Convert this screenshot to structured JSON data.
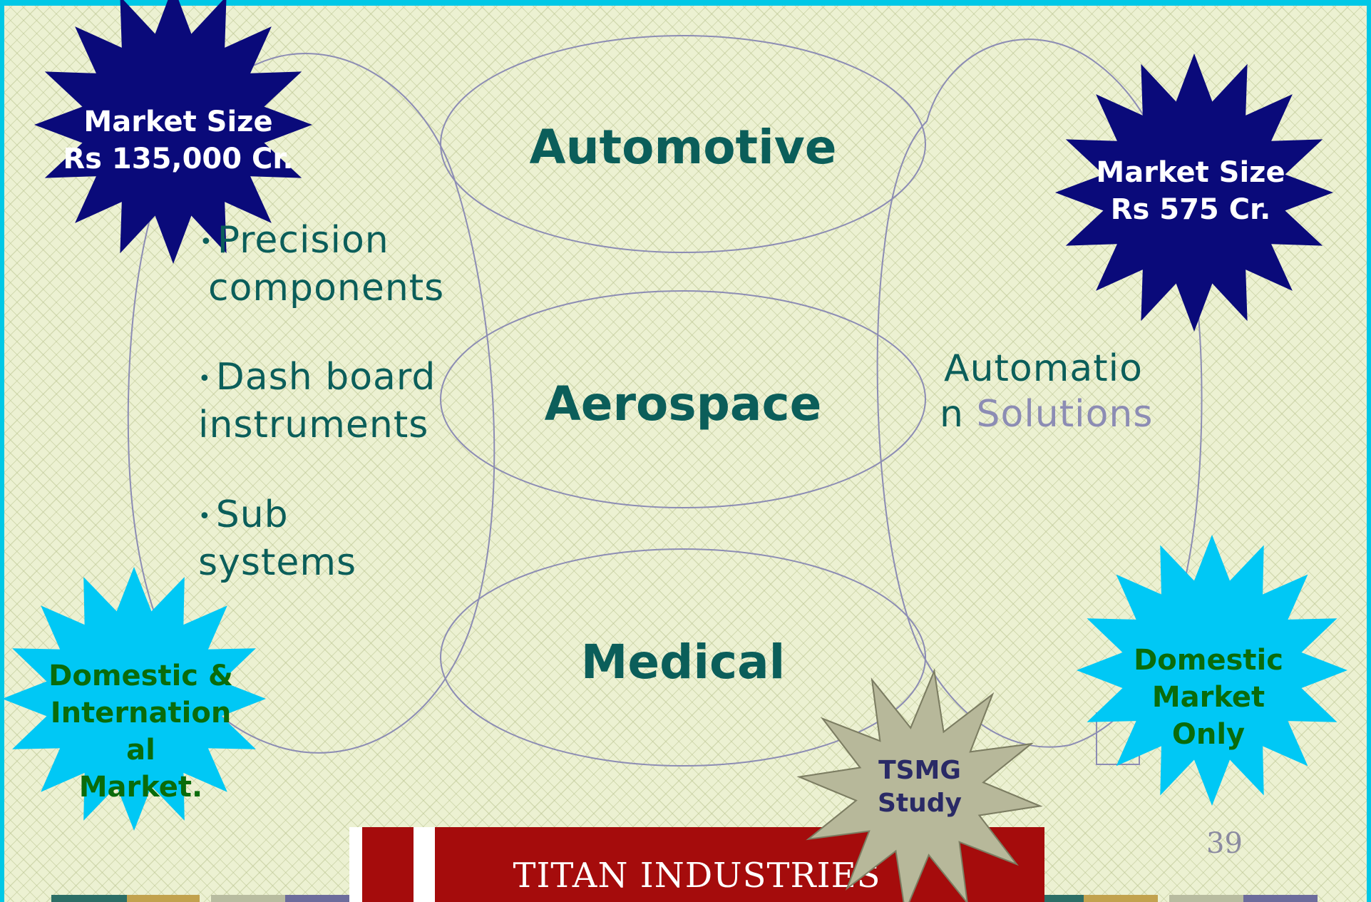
{
  "segments": {
    "automotive": "Automotive",
    "aerospace": "Aerospace",
    "medical": "Medical"
  },
  "left_products": [
    {
      "line1": "Precision",
      "line2": "components"
    },
    {
      "line1": "Dash board",
      "line2": "instruments"
    },
    {
      "line1": "Sub",
      "line2": "systems"
    }
  ],
  "right_products": {
    "line1": "Automatio",
    "line2_prefix": "n ",
    "line2_suffix": "Solutions"
  },
  "badges": {
    "market_left": {
      "line1": "Market Size",
      "line2": "Rs 135,000 Cr."
    },
    "market_right": {
      "line1": "Market Size",
      "line2": "Rs 575 Cr."
    },
    "scope_left": {
      "line1": "Domestic &",
      "line2": "Internation",
      "line3": "al",
      "line4": "Market."
    },
    "scope_right": {
      "line1": "Domestic",
      "line2": "Market",
      "line3": "Only"
    },
    "source": {
      "line1": "TSMG",
      "line2": "Study"
    }
  },
  "slide_number": "39",
  "footer": {
    "brand": "TITAN INDUSTRIES"
  },
  "colors": {
    "cyan": "#00c8e6",
    "navy": "#0a0a7a",
    "teal_text": "#0b5e5a",
    "green_text": "#0a6b0a",
    "star_gray": "#b7b89a",
    "outline": "#8c8cb4",
    "titan_red": "#a50c0c"
  }
}
